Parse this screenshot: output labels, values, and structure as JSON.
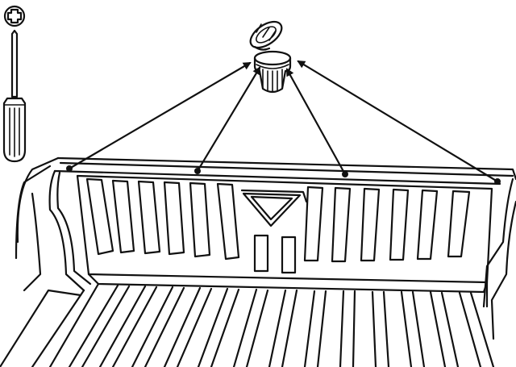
{
  "diagram": {
    "kind": "installation-illustration",
    "ink_color": "#111111",
    "background_color": "#ffffff",
    "tool": {
      "name": "phillips-screwdriver",
      "tip_icon": "phillips-cross-icon"
    },
    "part": {
      "name": "push-in-rivet-clip"
    },
    "fastener_points": [
      {
        "id": "far-left"
      },
      {
        "id": "center-left"
      },
      {
        "id": "center-right"
      },
      {
        "id": "far-right"
      }
    ],
    "callout_arrows": 4
  }
}
